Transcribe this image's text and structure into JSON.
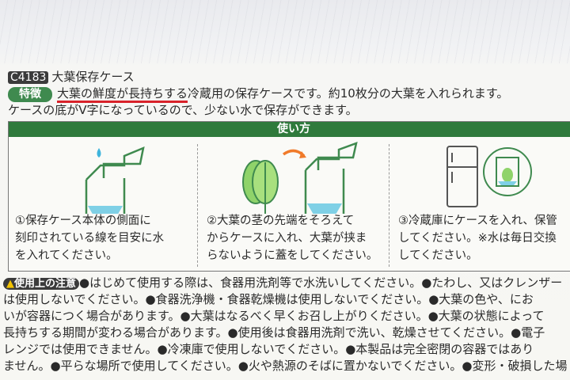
{
  "product": {
    "code": "C4183",
    "name": "大葉保存ケース"
  },
  "feature": {
    "label": "特徴",
    "underlined": "大葉の鮮度が長持ちする",
    "line1_rest": "冷蔵用の保存ケースです。約10枚分の大葉を入れられます。",
    "line2": "ケースの底がV字になっているので、少ない水で保存ができます。",
    "underline_color": "#d8222a"
  },
  "howto": {
    "title": "使い方",
    "header_color": "#2f7a3c",
    "steps": [
      {
        "icon": "water-drop-case-icon",
        "lines": [
          "①保存ケース本体の側面に",
          "刻印されている線を目安に水",
          "を入れてください。"
        ]
      },
      {
        "icon": "shiso-leaves-into-case-icon",
        "lines": [
          "②大葉の茎の先端をそろえて",
          "からケースに入れ、大葉が挟ま",
          "らないように蓋をしてください。"
        ]
      },
      {
        "icon": "refrigerator-icon",
        "lines": [
          "③冷蔵庫にケースを入れ、保管",
          "してください。※水は毎日交換",
          "してください。"
        ]
      }
    ]
  },
  "caution": {
    "label": "使用上の注意",
    "lines": [
      "●はじめて使用する際は、食器用洗剤等で水洗いしてください。●たわし、又はクレンザー",
      "は使用しないでください。●食器洗浄機・食器乾燥機は使用しないでください。●大葉の色や、にお",
      "いが容器につく場合があります。●大葉はなるべく早くお召し上がりください。●大葉の状態によって",
      "長持ちする期間が変わる場合があります。●使用後は食器用洗剤で洗い、乾燥させてください。●電子",
      "レンジでは使用できません。●冷凍庫で使用しないでください。●本製品は完全密閉の容器ではあり",
      "ません。●平らな場所で使用してください。●火や熱源のそばに置かないでください。●変形・破損した場"
    ]
  }
}
